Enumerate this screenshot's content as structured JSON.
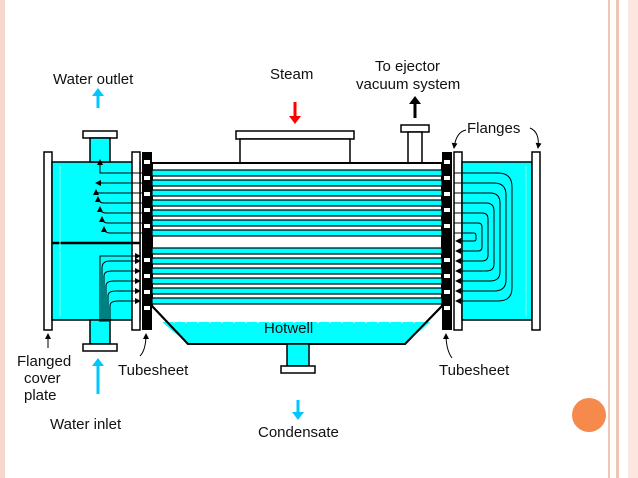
{
  "labels": {
    "water_outlet": "Water outlet",
    "steam": "Steam",
    "to_ejector_1": "To ejector",
    "to_ejector_2": "vacuum system",
    "flanges": "Flanges",
    "hotwell": "Hotwell",
    "flanged_1": "Flanged",
    "flanged_2": "cover",
    "flanged_3": "plate",
    "tubesheet_left": "Tubesheet",
    "tubesheet_right": "Tubesheet",
    "water_inlet": "Water inlet",
    "condensate": "Condensate"
  },
  "colors": {
    "water": "#00ffff",
    "steam_arrow": "#ff0000",
    "water_arrow": "#00c8ff",
    "outline": "#000000",
    "accent_dot": "#f58a4c"
  }
}
